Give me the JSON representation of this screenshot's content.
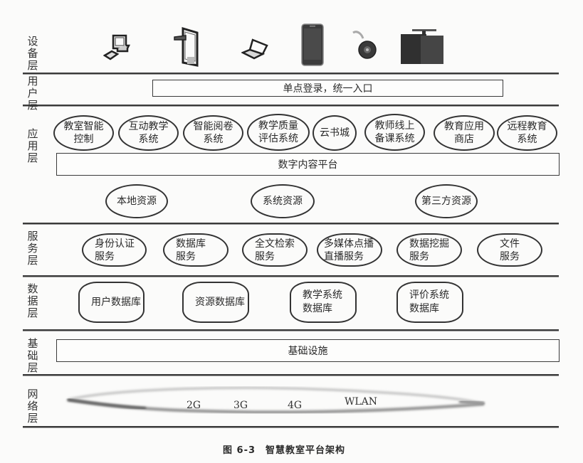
{
  "figure": {
    "caption_number": "图 6-3",
    "caption_title": "智慧教室平台架构"
  },
  "layers": {
    "device": {
      "label": "设\n备\n层",
      "devices": [
        "desktop-computer",
        "tablet",
        "laptop",
        "smartphone",
        "webcam",
        "projector"
      ]
    },
    "user": {
      "label": "用\n户\n层",
      "box": "单点登录，统一入口"
    },
    "application": {
      "label": "应\n用\n层",
      "apps": [
        "教室智能\n控制",
        "互动教学\n系统",
        "智能阅卷\n系统",
        "教学质量\n评估系统",
        "云书城",
        "教师线上\n备课系统",
        "教育应用\n商店",
        "远程教育\n系统"
      ],
      "platform": "数字内容平台",
      "resources": [
        "本地资源",
        "系统资源",
        "第三方资源"
      ]
    },
    "service": {
      "label": "服\n务\n层",
      "services": [
        "身份认证\n服务",
        "数据库\n服务",
        "全文检索\n服务",
        "多媒体点播\n直播服务",
        "数据挖掘\n服务",
        "文件\n服务"
      ]
    },
    "data": {
      "label": "数\n据\n层",
      "databases": [
        "用户数据库",
        "资源数据库",
        "教学系统\n数据库",
        "评价系统\n数据库"
      ]
    },
    "infrastructure": {
      "label": "基\n础\n层",
      "box": "基础设施"
    },
    "network": {
      "label": "网\n络\n层",
      "networks": [
        "2G",
        "3G",
        "4G",
        "WLAN"
      ]
    }
  }
}
